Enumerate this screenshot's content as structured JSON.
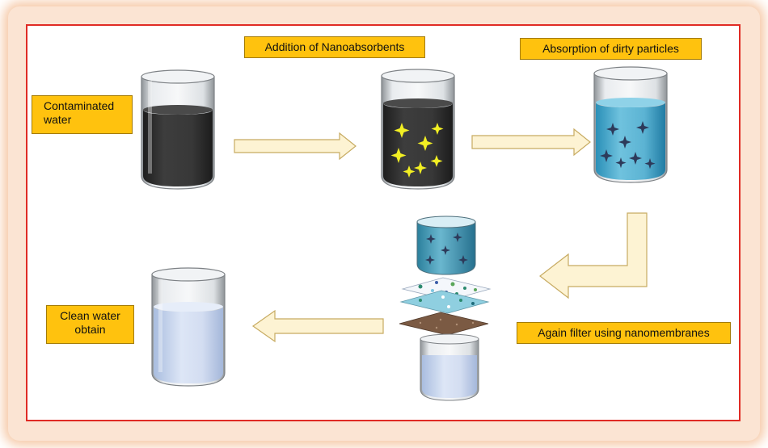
{
  "labels": {
    "contaminated": "Contaminated water",
    "addition": "Addition of Nanoabsorbents",
    "absorption": "Absorption  of dirty particles",
    "filter": "Again filter using nanomembranes",
    "clean": "Clean water obtain"
  },
  "colors": {
    "frame_border": "#e02b25",
    "frame_glow": "#f6c9a7",
    "label_fill": "#ffc20e",
    "arrow_fill": "#fdf3d3",
    "arrow_stroke": "#c7ab62",
    "dirty_water": "#333333",
    "absorbent_water": "#1b7fa7",
    "clean_water": "#c9d7ef",
    "sparkle": "#f2ef23",
    "dark_particle": "#2d3a5a"
  },
  "icons": [
    "beaker-icon",
    "sparkle-icon",
    "particle-icon",
    "membrane-stack-icon",
    "flow-arrow-icon"
  ]
}
